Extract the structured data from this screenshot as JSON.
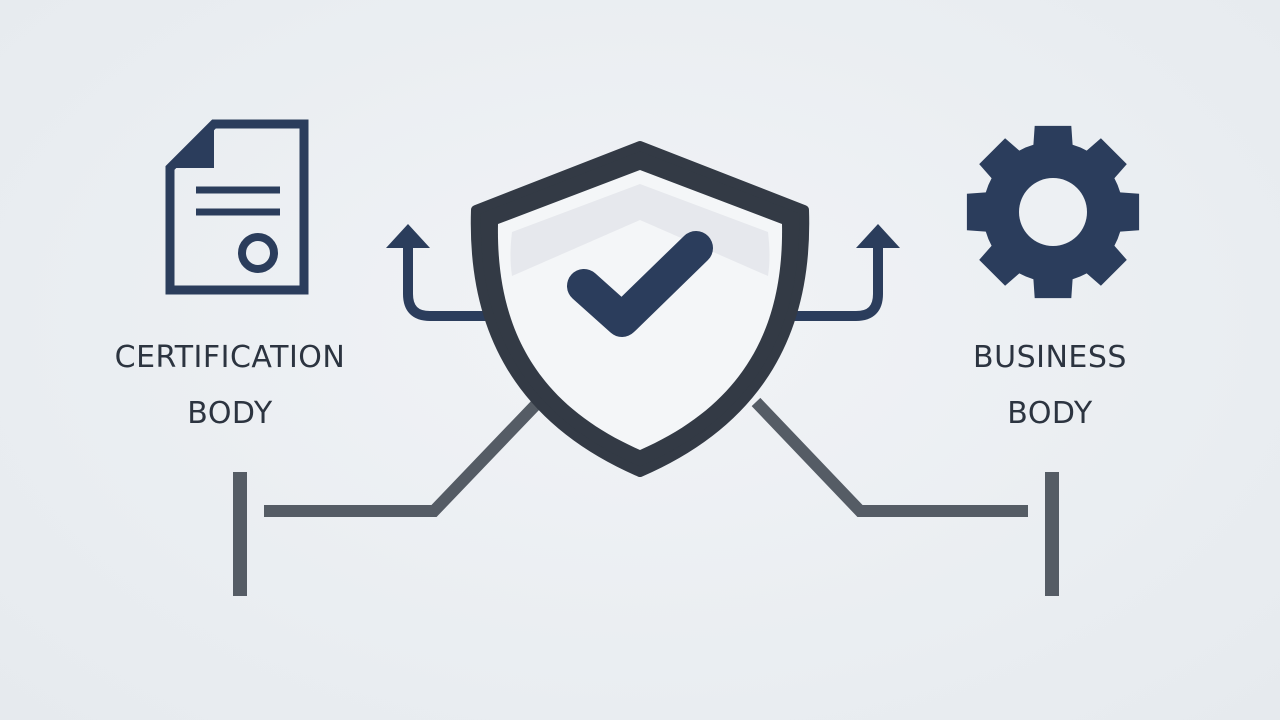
{
  "left_party": {
    "line1": "CERTIFICATION",
    "line2": "BODY",
    "icon": "document-seal-icon"
  },
  "right_party": {
    "line1": "BUSINESS",
    "line2": "BODY",
    "icon": "gear-icon"
  },
  "center": {
    "icon": "shield-check-icon"
  },
  "colors": {
    "background": "#edf0f3",
    "navy": "#2b3d5c",
    "outline": "#333a45",
    "connector": "#555c65",
    "text": "#2c3440"
  }
}
